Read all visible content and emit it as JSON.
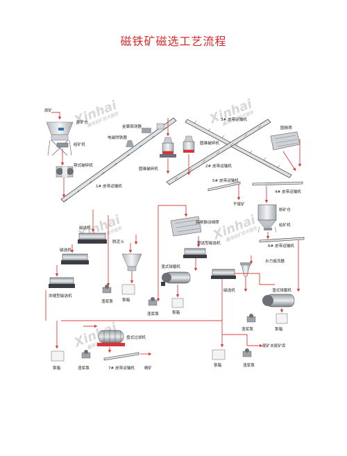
{
  "title": "磁铁矿磁选工艺流程",
  "watermark": {
    "brand": "Xinhai",
    "subtitle": "鑫海选矿技术服务"
  },
  "labels": {
    "raw_ore": "原矿",
    "ore_bin": "原矿仓",
    "feeder_1": "给矿机",
    "jaw_crusher": "颚式破碎机",
    "belt_1": "1# 皮带运输机",
    "metal_detector": "金属探测器",
    "electromagnet": "电磁除铁器",
    "cone_crusher_1": "圆锥破碎机",
    "belt_3": "3# 皮带运输机",
    "cone_crusher_2": "圆锥破碎机",
    "screen": "圆振筛",
    "belt_2": "2# 皮带运输机",
    "belt_5": "5# 皮带运输机",
    "belt_4": "4# 皮带运输机",
    "dry_tailing": "干尾矿",
    "powder_bin": "粉矿仓",
    "feeder_2": "给矿机",
    "belt_6": "6# 皮带运输机",
    "mag_sep_1": "磁选机",
    "mag_sep_2": "磁选机",
    "thickening_mag": "浓缩型磁选机",
    "hf_screen": "高频振动细筛",
    "pre_mag_sep": "预选型磁选机",
    "demag_hopper": "脱泥斗",
    "wet_ball_mill_1": "湿式球磨机",
    "hydrocyclone": "水力旋流器",
    "wet_ball_mill_2": "湿式球磨机",
    "mag_sep_3": "磁选机",
    "slurry_pump_1": "渣浆泵",
    "tank_1": "泵箱",
    "slurry_pump_2": "渣浆泵",
    "tank_2": "泵箱",
    "slurry_pump_3": "渣浆泵",
    "tank_3": "泵箱",
    "disc_filter": "盘式过滤机",
    "tank_4": "泵箱",
    "slurry_pump_4": "渣浆泵",
    "belt_7": "7# 皮带运输机",
    "concentrate": "精矿",
    "tank_5": "泵箱",
    "slurry_pump_5": "渣浆泵",
    "tailings_pond": "尾矿去尾矿库"
  }
}
